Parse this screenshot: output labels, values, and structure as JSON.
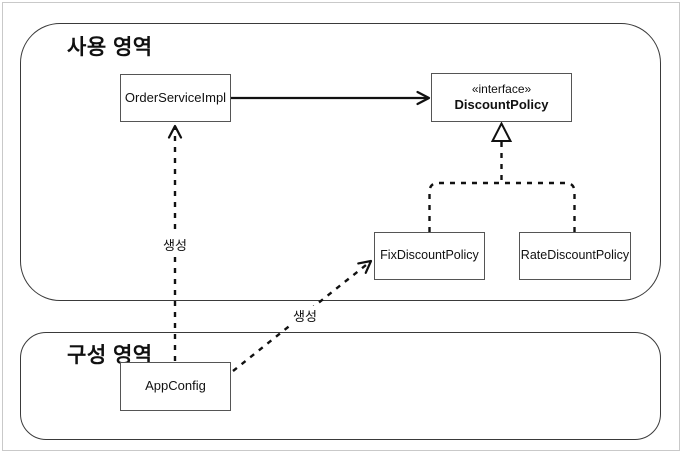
{
  "diagram": {
    "regions": {
      "usage": {
        "title": "사용 영역"
      },
      "config": {
        "title": "구성 영역"
      }
    },
    "nodes": {
      "order_service": {
        "label": "OrderServiceImpl"
      },
      "discount_policy": {
        "stereotype": "«interface»",
        "label": "DiscountPolicy"
      },
      "fix_discount": {
        "label": "FixDiscountPolicy"
      },
      "rate_discount": {
        "label": "RateDiscountPolicy"
      },
      "app_config": {
        "label": "AppConfig"
      }
    },
    "edges": {
      "create_order": {
        "label": "생성",
        "type": "dashed-dependency"
      },
      "create_fix": {
        "label": "생성",
        "type": "dashed-dependency"
      },
      "association": {
        "label": "",
        "type": "solid-arrow"
      },
      "realization": {
        "label": "",
        "type": "dashed-triangle"
      }
    },
    "colors": {
      "line": "#111111",
      "box_border": "#555555",
      "region_border": "#3a3a3a",
      "frame_border": "#c9c9c9",
      "background": "#ffffff",
      "text": "#111111"
    }
  }
}
